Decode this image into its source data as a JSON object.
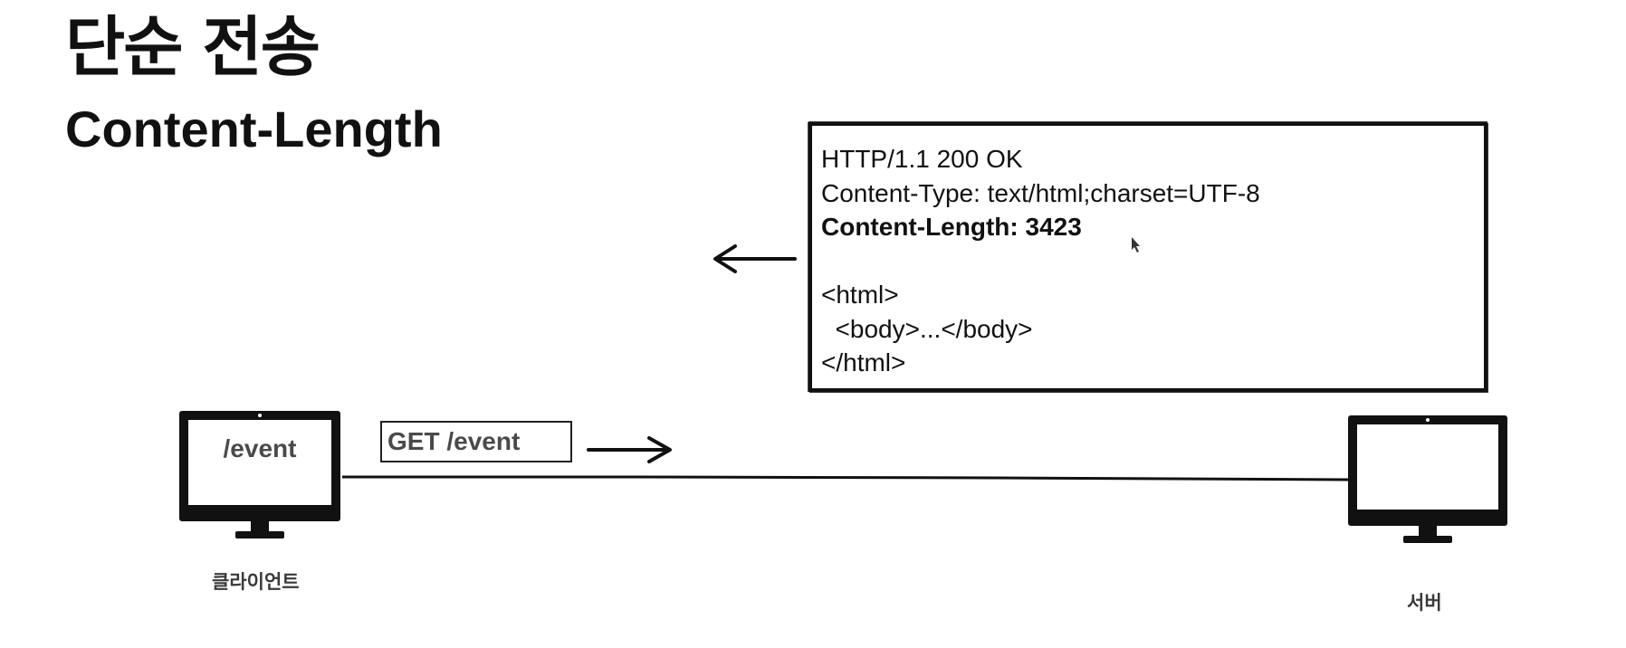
{
  "slide": {
    "title": "단순 전송",
    "subtitle": "Content-Length"
  },
  "response": {
    "lines": [
      {
        "text": "HTTP/1.1 200 OK",
        "bold": false
      },
      {
        "text": "Content-Type: text/html;charset=UTF-8",
        "bold": false
      },
      {
        "text": "Content-Length: 3423",
        "bold": true
      },
      {
        "text": "",
        "bold": false
      },
      {
        "text": "<html>",
        "bold": false
      },
      {
        "text": "  <body>...</body>",
        "bold": false
      },
      {
        "text": "</html>",
        "bold": false
      }
    ]
  },
  "request": {
    "label": "GET /event"
  },
  "client": {
    "screen_text": "/event",
    "label": "클라이언트",
    "icon": "monitor-icon"
  },
  "server": {
    "label": "서버",
    "icon": "monitor-icon"
  }
}
